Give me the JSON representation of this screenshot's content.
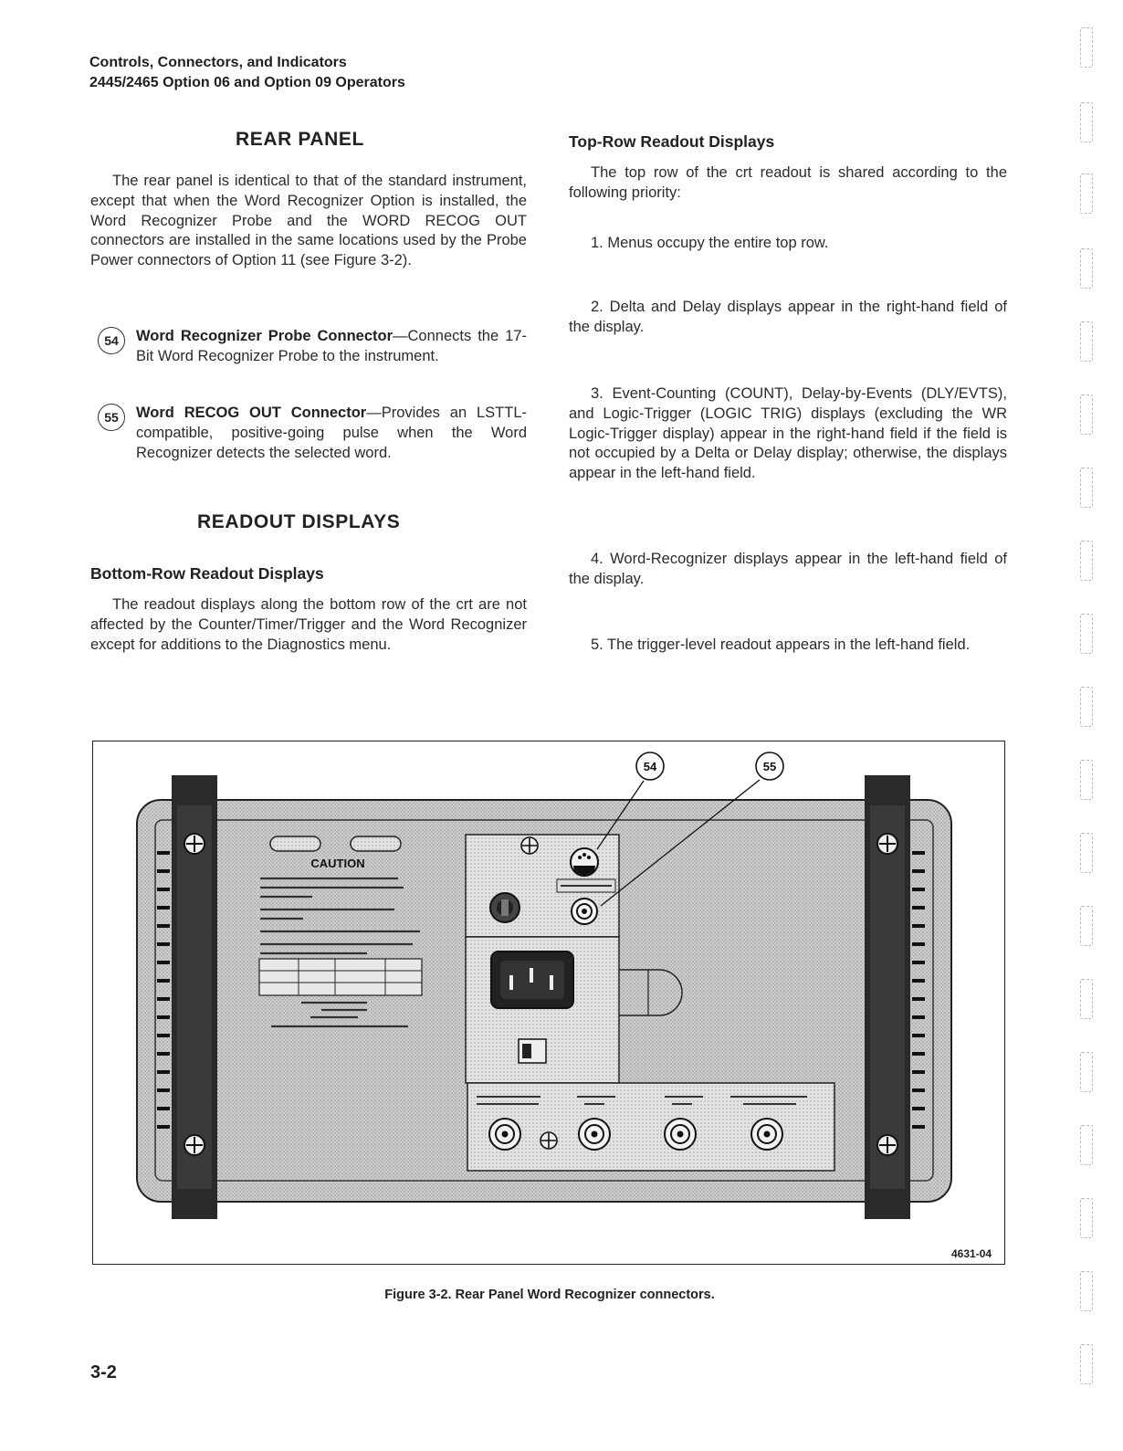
{
  "header": {
    "line1": "Controls, Connectors, and Indicators",
    "line2": "2445/2465 Option 06 and Option 09 Operators"
  },
  "rear_panel": {
    "title": "REAR PANEL",
    "body": "The rear panel is identical to that of the standard instrument, except that when the Word Recognizer Option is installed, the Word Recognizer Probe and the WORD RECOG OUT connectors are installed in the same locations used by the Probe Power connectors of Option 11 (see Figure 3-2).",
    "item54": {
      "number": "54",
      "title": "Word Recognizer Probe Connector",
      "text": "—Connects the 17-Bit Word Recognizer Probe to the instrument."
    },
    "item55": {
      "number": "55",
      "title": "Word RECOG OUT Connector",
      "text": "—Provides an LSTTL-compatible, positive-going pulse when the Word Recognizer detects the selected word."
    }
  },
  "readout_displays": {
    "title": "READOUT DISPLAYS",
    "bottom_row": {
      "title": "Bottom-Row Readout Displays",
      "body": "The readout displays along the bottom row of the crt are not affected by the Counter/Timer/Trigger and the Word Recognizer except for additions to the Diagnostics menu."
    },
    "top_row": {
      "title": "Top-Row Readout Displays",
      "intro": "The top row of the crt readout is shared according to the following priority:",
      "items": [
        "1. Menus occupy the entire top row.",
        "2. Delta and Delay displays appear in the right-hand field of the display.",
        "3. Event-Counting (COUNT), Delay-by-Events (DLY/EVTS), and Logic-Trigger (LOGIC TRIG) displays (excluding the WR Logic-Trigger display) appear in the right-hand field if the field is not occupied by a Delta or Delay display; otherwise, the displays appear in the left-hand field.",
        "4. Word-Recognizer displays appear in the left-hand field of the display.",
        "5. The trigger-level readout appears in the left-hand field."
      ]
    }
  },
  "figure": {
    "callout_a": "54",
    "callout_b": "55",
    "caution": "CAUTION",
    "figure_number": "4631-04",
    "caption": "Figure 3-2. Rear Panel Word Recognizer connectors."
  },
  "page_number": "3-2"
}
